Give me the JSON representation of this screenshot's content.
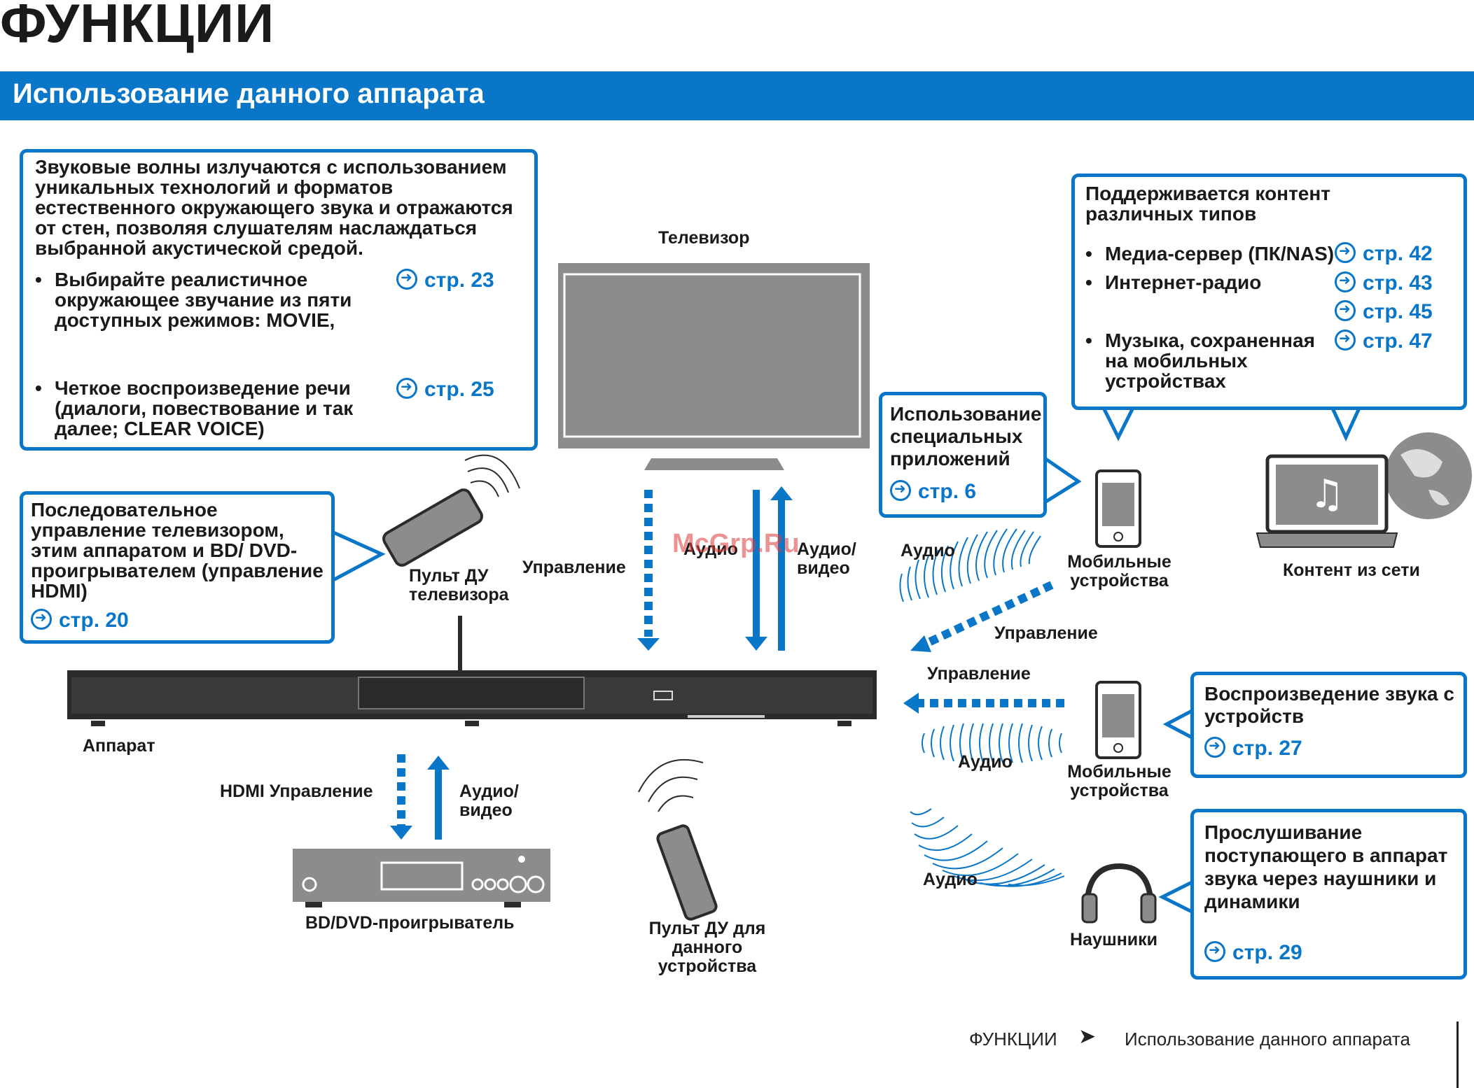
{
  "page_title": "ФУНКЦИИ",
  "banner_title": "Использование данного аппарата",
  "callout_sound": {
    "text": "Звуковые волны излучаются с использованием уникальных технологий и форматов естественного окружающего звука и отражаются от стен, позволяя слушателям наслаждаться выбранной акустической средой.",
    "bullet1": "Выбирайте реалистичное окружающее звучание из пяти доступных режимов: MOVIE,",
    "ref1": "стр. 23",
    "bullet2": "Четкое воспроизведение речи (диалоги, повествование и так далее; CLEAR VOICE)",
    "ref2": "стр. 25"
  },
  "callout_hdmi": {
    "text": "Последовательное управление телевизором, этим аппаратом и BD/ DVD-проигрывателем (управление HDMI)",
    "ref": "стр. 20"
  },
  "callout_content": {
    "title": "Поддерживается контент различных типов",
    "item1": "Медиа-сервер (ПК/NAS)",
    "ref1": "стр. 42",
    "item2": "Интернет-радио",
    "ref2": "стр. 43",
    "ref3": "стр. 45",
    "item3": "Музыка, сохраненная на мобильных устройствах",
    "ref4": "стр. 47"
  },
  "callout_apps": {
    "text": "Использование специальных приложений",
    "ref": "стр. 6"
  },
  "callout_playback": {
    "text": "Воспроизведение звука с устройств",
    "ref": "стр. 27"
  },
  "callout_headphones": {
    "text": "Прослушивание поступающего в аппарат звука через наушники и динамики",
    "ref": "стр. 29"
  },
  "labels": {
    "tv": "Телевизор",
    "tv_remote": "Пульт ДУ телевизора",
    "control_tv": "Управление",
    "audio_tv": "Аудио",
    "audio_video_tv": "Аудио/ видео",
    "unit": "Аппарат",
    "hdmi_control": "HDMI Управление",
    "audio_video_bd": "Аудио/ видео",
    "bd_player": "BD/DVD-проигрыватель",
    "unit_remote": "Пульт ДУ для данного устройства",
    "audio_mobile1": "Аудио",
    "mobile1": "Мобильные устройства",
    "control_mobile1": "Управление",
    "control_mobile2": "Управление",
    "mobile2": "Мобильные устройства",
    "audio_mobile2": "Аудио",
    "audio_headphones": "Аудио",
    "headphones": "Наушники",
    "net_content": "Контент из сети"
  },
  "watermark": "McGrp.Ru",
  "footer": {
    "section": "ФУНКЦИИ",
    "page": "Использование данного аппарата"
  },
  "colors": {
    "accent": "#0a76c8",
    "device": "#8c8c8c",
    "dark": "#2b2b2b"
  }
}
